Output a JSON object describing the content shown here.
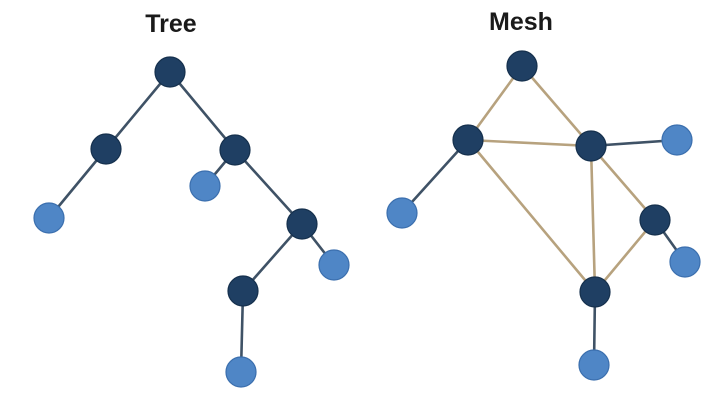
{
  "colors": {
    "background": "#ffffff",
    "internal_node": "#1f3f63",
    "internal_node_stroke": "#15304d",
    "leaf_node": "#4f86c6",
    "leaf_node_stroke": "#3b6fae",
    "tree_edge": "#3f5266",
    "mesh_edge": "#b7a27e",
    "mesh_leaf_edge": "#3f5266"
  },
  "diagrams": [
    {
      "id": "tree",
      "title": "Tree",
      "nodes": [
        {
          "id": "t-root",
          "kind": "internal"
        },
        {
          "id": "t-a",
          "kind": "internal"
        },
        {
          "id": "t-b",
          "kind": "internal"
        },
        {
          "id": "t-c",
          "kind": "internal"
        },
        {
          "id": "t-d",
          "kind": "internal"
        },
        {
          "id": "t-leaf-1",
          "kind": "leaf"
        },
        {
          "id": "t-leaf-2",
          "kind": "leaf"
        },
        {
          "id": "t-leaf-3",
          "kind": "leaf"
        },
        {
          "id": "t-leaf-4",
          "kind": "leaf"
        }
      ],
      "edges": [
        [
          "t-root",
          "t-a"
        ],
        [
          "t-root",
          "t-b"
        ],
        [
          "t-a",
          "t-leaf-1"
        ],
        [
          "t-b",
          "t-leaf-2"
        ],
        [
          "t-b",
          "t-c"
        ],
        [
          "t-c",
          "t-leaf-3"
        ],
        [
          "t-c",
          "t-d"
        ],
        [
          "t-d",
          "t-leaf-4"
        ]
      ]
    },
    {
      "id": "mesh",
      "title": "Mesh",
      "nodes": [
        {
          "id": "m-top",
          "kind": "internal"
        },
        {
          "id": "m-left",
          "kind": "internal"
        },
        {
          "id": "m-center",
          "kind": "internal"
        },
        {
          "id": "m-right",
          "kind": "internal"
        },
        {
          "id": "m-bottom",
          "kind": "internal"
        },
        {
          "id": "m-leaf-1",
          "kind": "leaf"
        },
        {
          "id": "m-leaf-2",
          "kind": "leaf"
        },
        {
          "id": "m-leaf-3",
          "kind": "leaf"
        },
        {
          "id": "m-leaf-4",
          "kind": "leaf"
        }
      ],
      "edges": [
        [
          "m-top",
          "m-left"
        ],
        [
          "m-top",
          "m-center"
        ],
        [
          "m-left",
          "m-center"
        ],
        [
          "m-left",
          "m-bottom"
        ],
        [
          "m-center",
          "m-bottom"
        ],
        [
          "m-center",
          "m-right"
        ],
        [
          "m-right",
          "m-bottom"
        ],
        [
          "m-left",
          "m-leaf-1"
        ],
        [
          "m-center",
          "m-leaf-2"
        ],
        [
          "m-right",
          "m-leaf-3"
        ],
        [
          "m-bottom",
          "m-leaf-4"
        ]
      ]
    }
  ]
}
